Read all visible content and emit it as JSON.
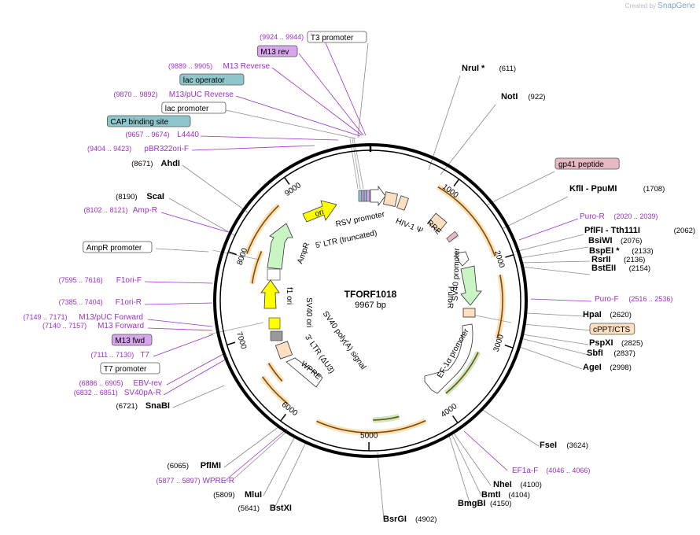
{
  "credit": {
    "prefix": "Created by",
    "brand": "SnapGene"
  },
  "plasmid": {
    "name": "TFORF1018",
    "length": "9967 bp"
  },
  "ticks": [
    "1000",
    "2000",
    "3000",
    "4000",
    "5000",
    "6000",
    "7000",
    "8000",
    "9000"
  ],
  "right_labels": [
    {
      "name": "NruI *",
      "pos": "(611)",
      "kind": "enzyme"
    },
    {
      "name": "NotI",
      "pos": "(922)",
      "kind": "enzyme"
    },
    {
      "name": "gp41 peptide",
      "pos": "",
      "kind": "box-pink"
    },
    {
      "name": "KflI  - PpuMI",
      "pos": "(1708)",
      "kind": "enzyme"
    },
    {
      "name": "Puro-R",
      "pos": "(2020 .. 2039)",
      "kind": "primer"
    },
    {
      "name": "PflFI  - Tth111I",
      "pos": "(2062)",
      "kind": "enzyme"
    },
    {
      "name": "BsiWI",
      "pos": "(2076)",
      "kind": "enzyme"
    },
    {
      "name": "BspEI *",
      "pos": "(2133)",
      "kind": "enzyme"
    },
    {
      "name": "RsrII",
      "pos": "(2136)",
      "kind": "enzyme"
    },
    {
      "name": "BstEII",
      "pos": "(2154)",
      "kind": "enzyme"
    },
    {
      "name": "Puro-F",
      "pos": "(2516 .. 2536)",
      "kind": "primer"
    },
    {
      "name": "HpaI",
      "pos": "(2620)",
      "kind": "enzyme"
    },
    {
      "name": "cPPT/CTS",
      "pos": "",
      "kind": "box-orange"
    },
    {
      "name": "PspXI",
      "pos": "(2825)",
      "kind": "enzyme"
    },
    {
      "name": "SbfI",
      "pos": "(2837)",
      "kind": "enzyme"
    },
    {
      "name": "AgeI",
      "pos": "(2998)",
      "kind": "enzyme"
    },
    {
      "name": "FseI",
      "pos": "(3624)",
      "kind": "enzyme"
    },
    {
      "name": "EF1a-F",
      "pos": "(4046 .. 4066)",
      "kind": "primer"
    },
    {
      "name": "NheI",
      "pos": "(4100)",
      "kind": "enzyme"
    },
    {
      "name": "BmtI",
      "pos": "(4104)",
      "kind": "enzyme"
    },
    {
      "name": "BmgBI",
      "pos": "(4150)",
      "kind": "enzyme"
    },
    {
      "name": "BsrGI",
      "pos": "(4902)",
      "kind": "enzyme"
    }
  ],
  "left_labels": [
    {
      "name": "T3",
      "pos": "(9924 .. 9944)",
      "kind": "primer"
    },
    {
      "name": "T3 promoter",
      "pos": "",
      "kind": "box-white"
    },
    {
      "name": "M13 rev",
      "pos": "",
      "kind": "box-purple"
    },
    {
      "name": "M13 Reverse",
      "pos": "(9889 .. 9905)",
      "kind": "primer"
    },
    {
      "name": "lac operator",
      "pos": "",
      "kind": "box-teal"
    },
    {
      "name": "M13/pUC Reverse",
      "pos": "(9870 .. 9892)",
      "kind": "primer"
    },
    {
      "name": "lac promoter",
      "pos": "",
      "kind": "box-white"
    },
    {
      "name": "CAP binding site",
      "pos": "",
      "kind": "box-teal"
    },
    {
      "name": "L4440",
      "pos": "(9657 .. 9674)",
      "kind": "primer"
    },
    {
      "name": "pBR322ori-F",
      "pos": "(9404 .. 9423)",
      "kind": "primer"
    },
    {
      "name": "AhdI",
      "pos": "(8671)",
      "kind": "enzyme"
    },
    {
      "name": "ScaI",
      "pos": "(8190)",
      "kind": "enzyme"
    },
    {
      "name": "Amp-R",
      "pos": "(8102 .. 8121)",
      "kind": "primer"
    },
    {
      "name": "AmpR promoter",
      "pos": "",
      "kind": "box-white"
    },
    {
      "name": "F1ori-F",
      "pos": "(7595 .. 7616)",
      "kind": "primer"
    },
    {
      "name": "F1ori-R",
      "pos": "(7385 .. 7404)",
      "kind": "primer"
    },
    {
      "name": "M13/pUC Forward",
      "pos": "(7149 .. 7171)",
      "kind": "primer"
    },
    {
      "name": "M13 Forward",
      "pos": "(7140 .. 7157)",
      "kind": "primer"
    },
    {
      "name": "M13 fwd",
      "pos": "",
      "kind": "box-purple"
    },
    {
      "name": "T7",
      "pos": "(7111 .. 7130)",
      "kind": "primer"
    },
    {
      "name": "T7 promoter",
      "pos": "",
      "kind": "box-white"
    },
    {
      "name": "EBV-rev",
      "pos": "(6886 .. 6905)",
      "kind": "primer"
    },
    {
      "name": "SV40pA-R",
      "pos": "(6832 .. 6851)",
      "kind": "primer"
    },
    {
      "name": "SnaBI",
      "pos": "(6721)",
      "kind": "enzyme"
    },
    {
      "name": "PflMI",
      "pos": "(6065)",
      "kind": "enzyme"
    },
    {
      "name": "WPRE-R",
      "pos": "(5877 .. 5897)",
      "kind": "primer"
    },
    {
      "name": "MluI",
      "pos": "(5809)",
      "kind": "enzyme"
    },
    {
      "name": "BstXI",
      "pos": "(5641)",
      "kind": "enzyme"
    }
  ],
  "inner_features": {
    "rsv": "RSV promoter",
    "ltr5": "5' LTR (truncated)",
    "hiv": "HIV-1 Ψ",
    "rre": "RRE",
    "sv40prom": "SV40 promoter",
    "puror": "PuroR",
    "ef1a": "EF-1α promoter",
    "ori": "ori",
    "ampr": "AmpR",
    "f1ori": "f1 ori",
    "sv40ori": "SV40 ori",
    "polya": "SV40 poly(A) signal",
    "ltr3": "3' LTR (ΔU3)",
    "wpre": "WPRE"
  },
  "colors": {
    "primer": "#9b30c8",
    "teal": "#8ec6cc",
    "purple": "#d7a6ec",
    "pink": "#e6b9c2",
    "orange": "#fde0c2",
    "ampr": "#c9f5c5",
    "ori": "#ffff00",
    "feature": "#f5a623"
  }
}
